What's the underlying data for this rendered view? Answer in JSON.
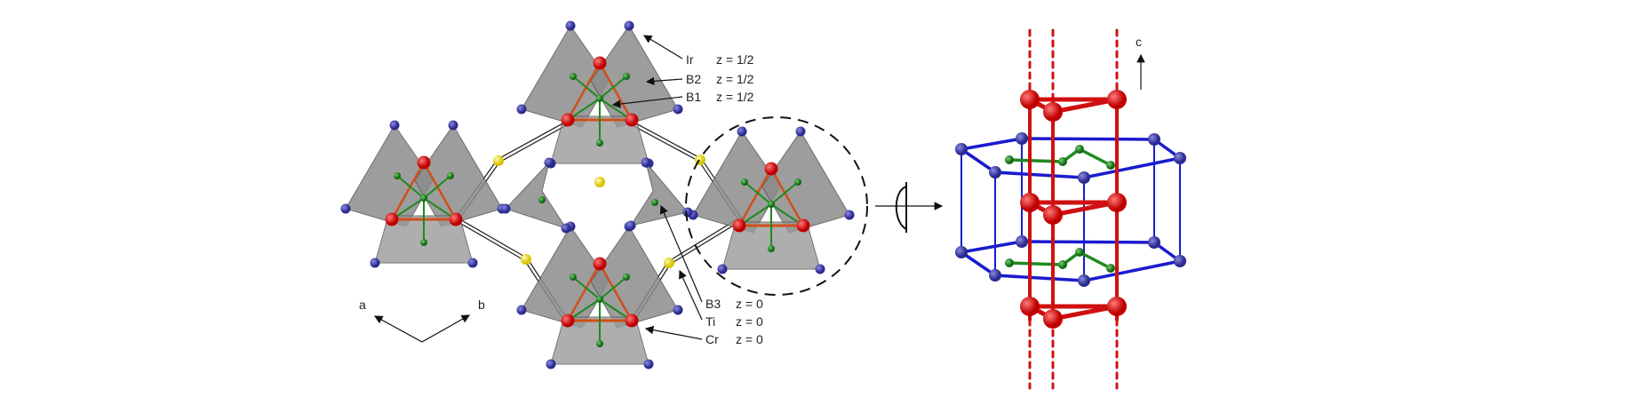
{
  "labels": {
    "ir": {
      "name": "Ir",
      "z": "z = 1/2"
    },
    "b2": {
      "name": "B2",
      "z": "z = 1/2"
    },
    "b1": {
      "name": "B1",
      "z": "z = 1/2"
    },
    "b3": {
      "name": "B3",
      "z": "z = 0"
    },
    "ti": {
      "name": "Ti",
      "z": "z = 0"
    },
    "cr": {
      "name": "Cr",
      "z": "z = 0"
    }
  },
  "axes": {
    "a": "a",
    "b": "b",
    "c": "c"
  },
  "colors": {
    "ir": "#3a3aa8",
    "cr": "#e01010",
    "boron": "#1e8a1e",
    "ti": "#f2e010",
    "polyhedron": "#8c8c8c",
    "framework": "#1a1ad0"
  }
}
